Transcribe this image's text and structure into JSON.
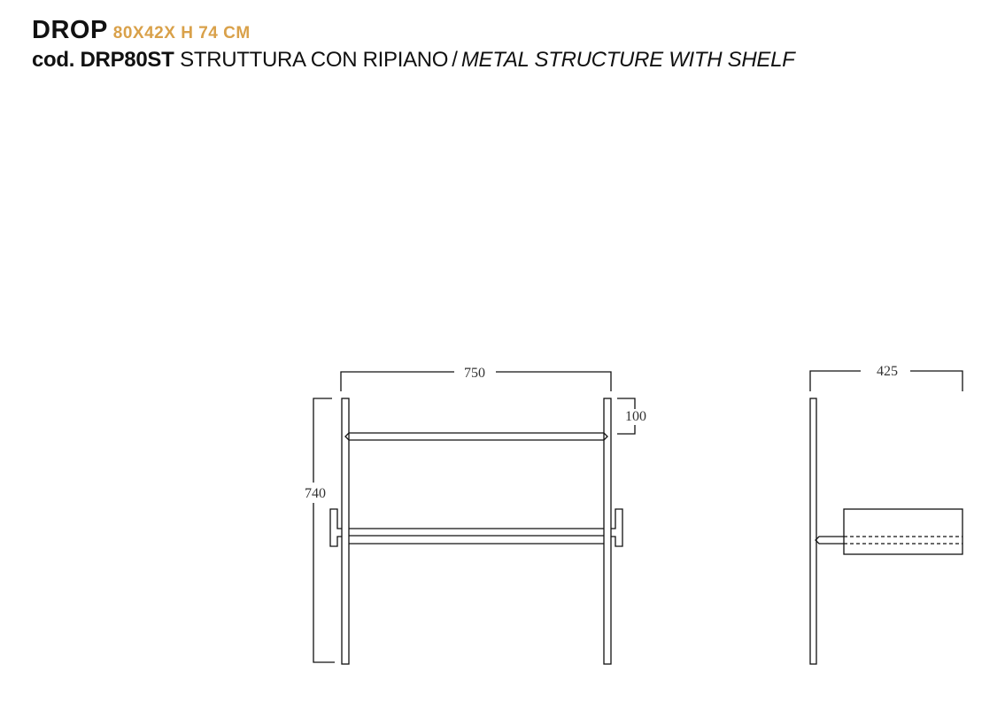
{
  "header": {
    "product_name": "DROP",
    "dimensions": "80X42X H 74 CM",
    "code_label": "cod. DRP80ST",
    "description_it": "STRUTTURA CON RIPIANO",
    "separator": "/",
    "description_en": "METAL STRUCTURE WITH SHELF"
  },
  "colors": {
    "dimension_accent": "#d9a14a",
    "line": "#111111",
    "text": "#111111"
  },
  "drawing": {
    "front_view": {
      "width_label": "750",
      "height_label": "740",
      "top_offset_label": "100"
    },
    "side_view": {
      "depth_label": "425"
    }
  }
}
